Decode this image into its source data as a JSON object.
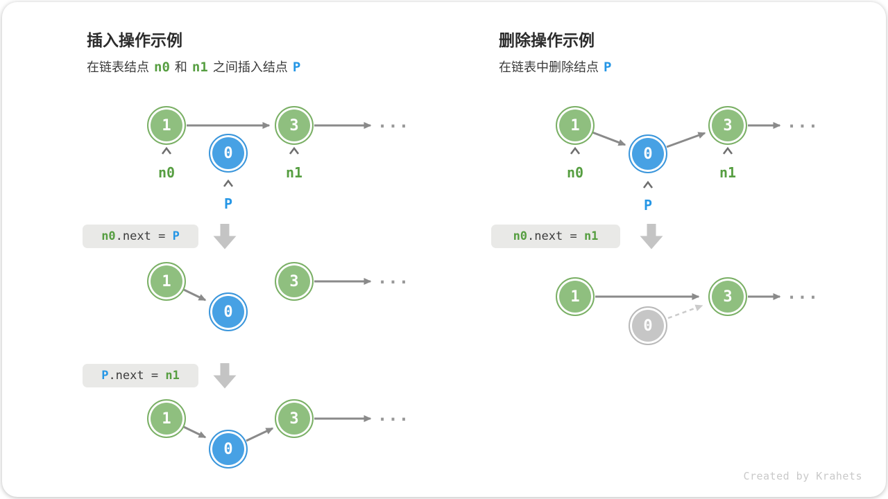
{
  "palette": {
    "green_fill": "#8FBF7F",
    "green_border": "#7BB066",
    "blue_fill": "#47A1E4",
    "blue_border": "#3B96DB",
    "gray_fill": "#C6C6C6",
    "gray_border": "#B9B9B9",
    "label_green": "#569E41",
    "label_blue": "#2596E5",
    "arrow": "#8A8A8A",
    "arrow_faded": "#CBCBCB",
    "block_arrow": "#C4C4C4",
    "code_bg": "#E9E9E7",
    "text_dark": "#3C3C3C",
    "footer_text": "#C9C9C9"
  },
  "nodes": {
    "n0": "1",
    "n1": "3",
    "p": "0"
  },
  "labels": {
    "n0": "n0",
    "n1": "n1",
    "p": "P"
  },
  "ellipsis": "...",
  "insert": {
    "title": "插入操作示例",
    "subtitle": [
      {
        "t": "在链表结点 ",
        "s": "plain"
      },
      {
        "t": "n0",
        "s": "green"
      },
      {
        "t": " 和 ",
        "s": "plain"
      },
      {
        "t": "n1",
        "s": "green"
      },
      {
        "t": " 之间插入结点 ",
        "s": "plain"
      },
      {
        "t": "P",
        "s": "blue"
      }
    ],
    "step1_code": [
      {
        "t": "n0",
        "s": "green"
      },
      {
        "t": ".next = ",
        "s": "plain"
      },
      {
        "t": "P",
        "s": "blue"
      }
    ],
    "step2_code": [
      {
        "t": "P",
        "s": "blue"
      },
      {
        "t": ".next = ",
        "s": "plain"
      },
      {
        "t": "n1",
        "s": "green"
      }
    ]
  },
  "delete": {
    "title": "删除操作示例",
    "subtitle": [
      {
        "t": "在链表中删除结点 ",
        "s": "plain"
      },
      {
        "t": "P",
        "s": "blue"
      }
    ],
    "step1_code": [
      {
        "t": "n0",
        "s": "green"
      },
      {
        "t": ".next = ",
        "s": "plain"
      },
      {
        "t": "n1",
        "s": "green"
      }
    ]
  },
  "footer": "Created by Krahets"
}
